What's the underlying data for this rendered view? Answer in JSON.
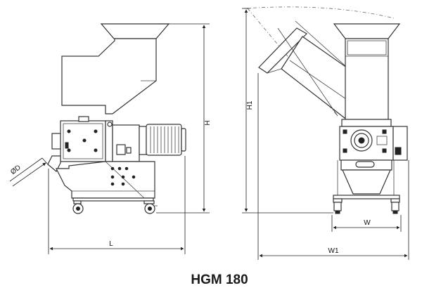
{
  "model_title": "HGM 180",
  "labels": {
    "height": "H",
    "height_open": "H1",
    "length": "L",
    "width": "W",
    "width_open": "W1",
    "diameter": "ØD"
  }
}
